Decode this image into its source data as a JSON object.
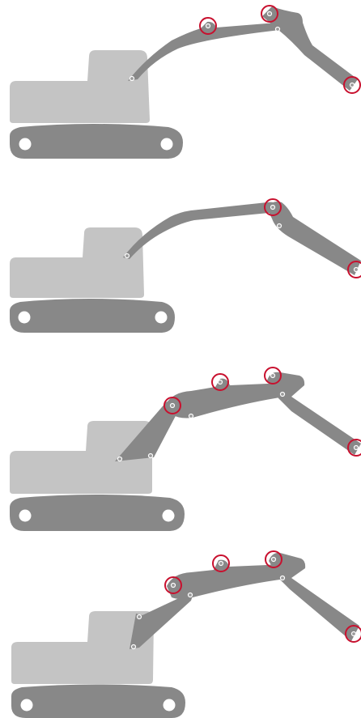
{
  "colors": {
    "background": "#ffffff",
    "body": "#c4c4c4",
    "arm": "#888888",
    "track": "#888888",
    "wheel": "#ffffff",
    "pin_fill": "#9a9a9a",
    "pin_stroke": "#ffffff",
    "joint_ring": "#c8102e"
  },
  "diagram": {
    "variants": [
      {
        "id": "variant-1",
        "highlighted_joint_count": 3
      },
      {
        "id": "variant-2",
        "highlighted_joint_count": 2
      },
      {
        "id": "variant-3",
        "highlighted_joint_count": 4
      },
      {
        "id": "variant-4",
        "highlighted_joint_count": 4
      }
    ]
  }
}
